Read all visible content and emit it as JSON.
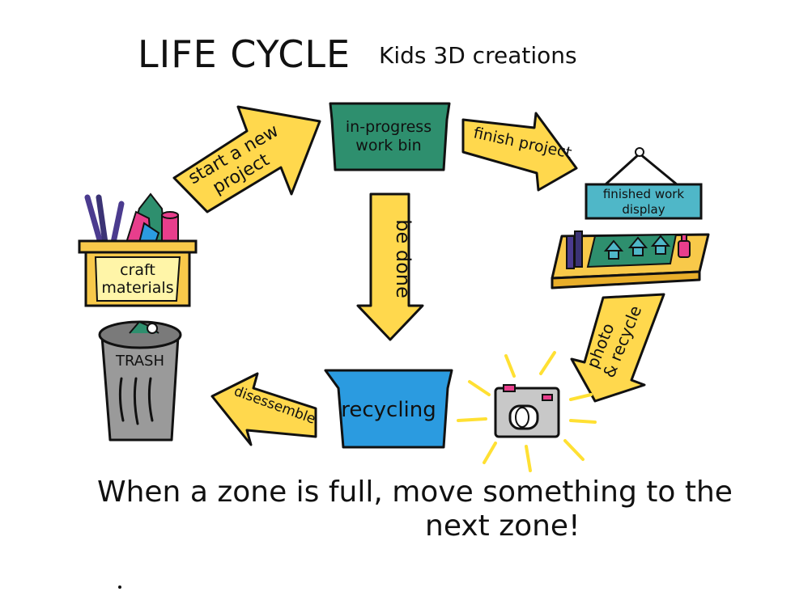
{
  "title": "LIFE CYCLE",
  "subtitle": "Kids 3D creations",
  "nodes": {
    "work_bin": {
      "line1": "in-progress",
      "line2": "work bin"
    },
    "display": {
      "line1": "finished work",
      "line2": "display"
    },
    "recycling": {
      "label": "recycling"
    },
    "craft": {
      "line1": "craft",
      "line2": "materials"
    },
    "trash": {
      "label": "TRASH"
    }
  },
  "arrows": {
    "start": {
      "line1": "start a new",
      "line2": "project"
    },
    "finish": {
      "label": "finish project"
    },
    "be_done": {
      "label": "be done"
    },
    "photo": {
      "line1": "photo",
      "line2": "& recycle"
    },
    "disassemble": {
      "label": "disessemble"
    }
  },
  "caption": {
    "line1": "When a zone is full, move something to the",
    "line2": "next zone!"
  },
  "colors": {
    "arrow": "#FFD84D",
    "work_bin": "#2E8F6E",
    "recycling": "#2B9BE0",
    "display_sign": "#4FB7C8",
    "shelf": "#F8C94A",
    "trash": "#9A9A9A",
    "camera_rays": "#FFE033",
    "outline": "#111111"
  }
}
